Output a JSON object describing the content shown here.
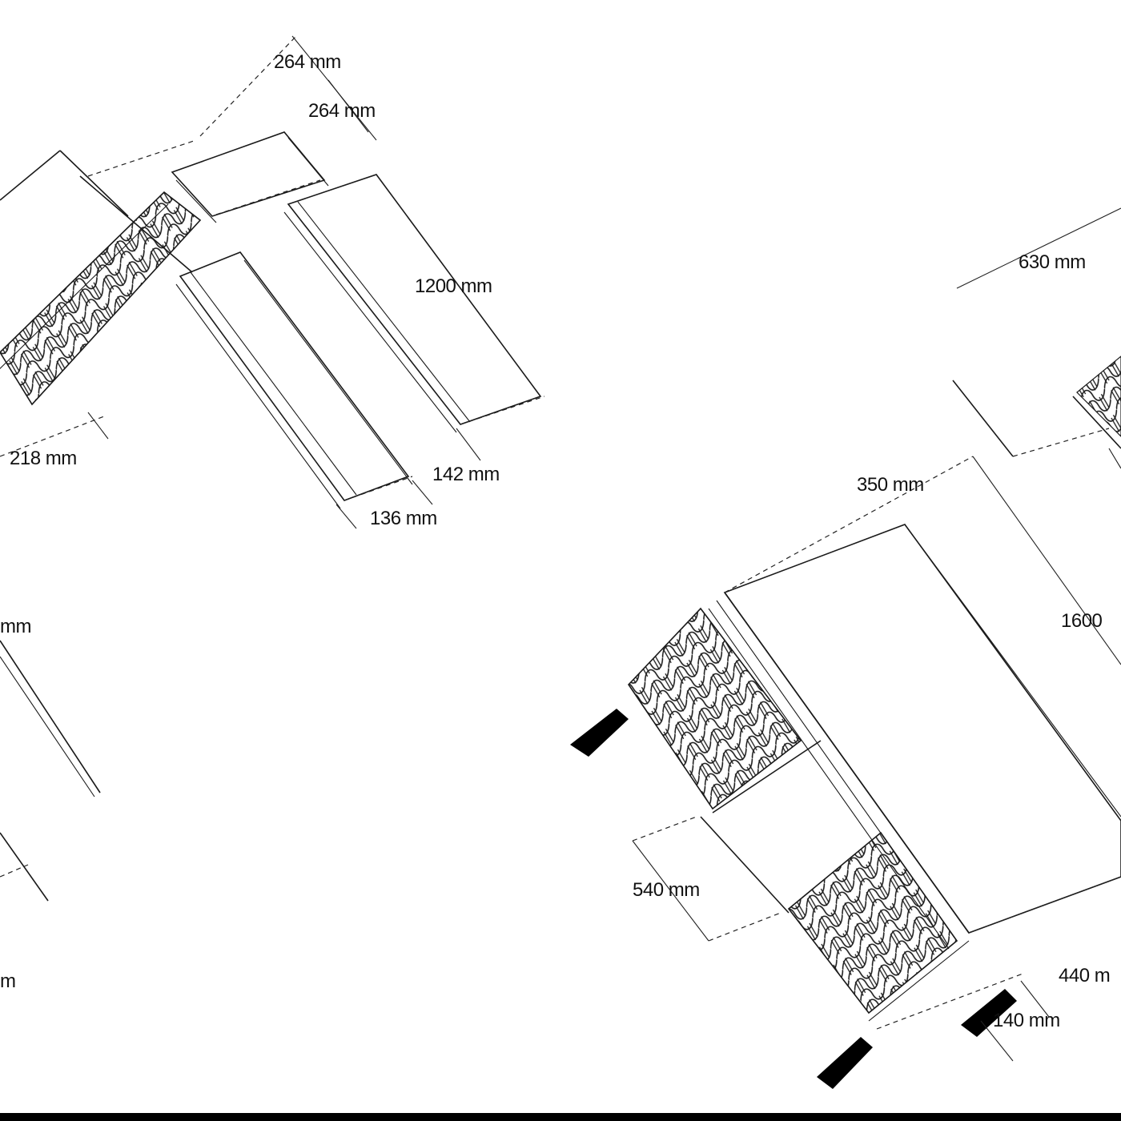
{
  "diagram": {
    "colors": {
      "line": "#1a1a1a",
      "background": "#ffffff",
      "leg": "#000000"
    },
    "labels": {
      "top_width_1": "264 mm",
      "top_width_2": "264 mm",
      "panel_length": "1200 mm",
      "bench_width": "218 mm",
      "panel_height_1": "142 mm",
      "panel_height_2": "136 mm",
      "left_partial_1": "mm",
      "left_partial_2": "m",
      "right_depth": "630 mm",
      "right_width": "350 mm",
      "right_length": "1600",
      "right_leg_height": "540 mm",
      "right_base_1": "440 m",
      "right_base_2": "140 mm"
    }
  }
}
